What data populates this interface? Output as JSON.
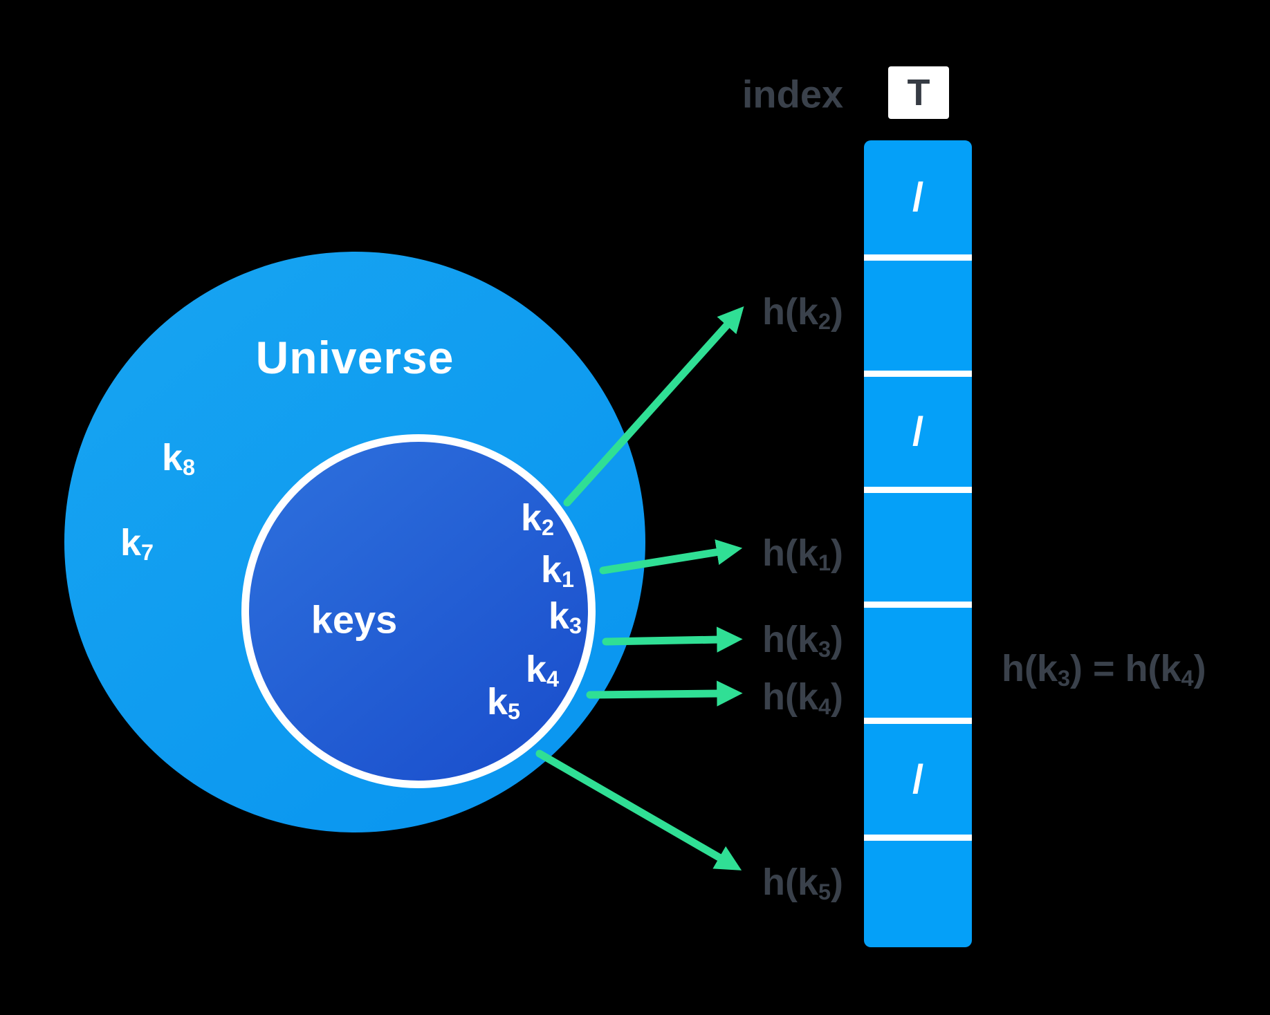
{
  "colors": {
    "background": "#000000",
    "universe_fill_start": "#18a5f1",
    "universe_fill_end": "#0b97f0",
    "keys_fill_start": "#2e71dd",
    "keys_fill_end": "#1c52ce",
    "table_cell_fill": "#05a0f8",
    "arrow_green": "#30df95",
    "dark_text": "#3a414b",
    "white_text": "#ffffff"
  },
  "universe_circle": {
    "label": "Universe",
    "outside_keys": [
      {
        "base": "k",
        "sub": "8"
      },
      {
        "base": "k",
        "sub": "7"
      }
    ]
  },
  "keys_circle": {
    "label": "keys",
    "members": [
      {
        "base": "k",
        "sub": "2"
      },
      {
        "base": "k",
        "sub": "1"
      },
      {
        "base": "k",
        "sub": "3"
      },
      {
        "base": "k",
        "sub": "4"
      },
      {
        "base": "k",
        "sub": "5"
      }
    ]
  },
  "hash_labels": [
    {
      "pre": "h(k",
      "sub": "2",
      "post": ")"
    },
    {
      "pre": "h(k",
      "sub": "1",
      "post": ")"
    },
    {
      "pre": "h(k",
      "sub": "3",
      "post": ")"
    },
    {
      "pre": "h(k",
      "sub": "4",
      "post": ")"
    },
    {
      "pre": "h(k",
      "sub": "5",
      "post": ")"
    }
  ],
  "table": {
    "index_label": "index",
    "title": "T",
    "empty_slot_symbol": "/",
    "cells": [
      {
        "value": "/"
      },
      {
        "value": ""
      },
      {
        "value": "/"
      },
      {
        "value": ""
      },
      {
        "value": ""
      },
      {
        "value": "/"
      },
      {
        "value": ""
      }
    ]
  },
  "collision_note": {
    "pre1": "h(k",
    "sub1": "3",
    "mid": ") = h(k",
    "sub2": "4",
    "post": ")"
  }
}
